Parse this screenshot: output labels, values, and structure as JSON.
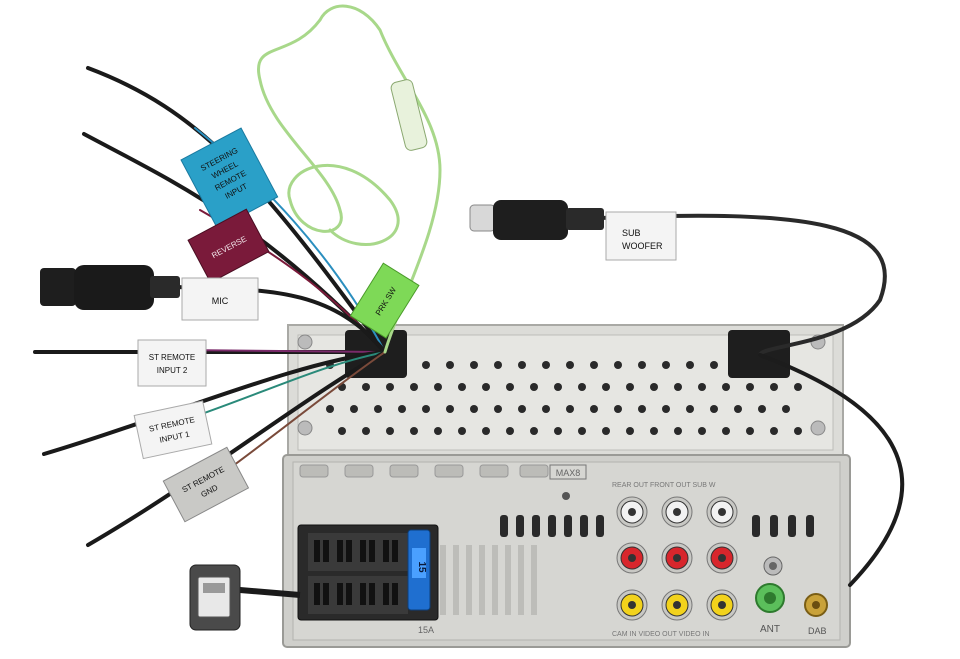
{
  "labels": {
    "steering": [
      "STEERING",
      "WHEEL",
      "REMOTE",
      "INPUT"
    ],
    "reverse": "REVERSE",
    "mic": "MIC",
    "prk_sw": "PRK SW",
    "sub_woofer": [
      "SUB",
      "WOOFER"
    ],
    "st_remote_input_2": [
      "ST REMOTE",
      "INPUT 2"
    ],
    "st_remote_input_1": [
      "ST REMOTE",
      "INPUT 1"
    ],
    "st_remote_gnd": [
      "ST REMOTE",
      "GND"
    ]
  },
  "panel_markings": {
    "model": "MAX8",
    "rear_out": "REAR OUT  FRONT OUT  SUB W",
    "av_in": "CAM IN  VIDEO OUT  VIDEO IN",
    "fuse": "15A",
    "fuse_value": "15",
    "ant": "ANT",
    "dab": "DAB"
  },
  "colors": {
    "steering_tag": "#2aa0c8",
    "reverse_tag": "#7a1a3a",
    "prk_tag": "#7ed957",
    "chassis": "#d9d9d6",
    "panel": "#cfcfcb",
    "rca_white": "#f2f2f2",
    "rca_red": "#d8262c",
    "rca_yellow": "#f2d21c",
    "ant_green": "#5bbf5b",
    "dab_gold": "#c9a23a"
  }
}
